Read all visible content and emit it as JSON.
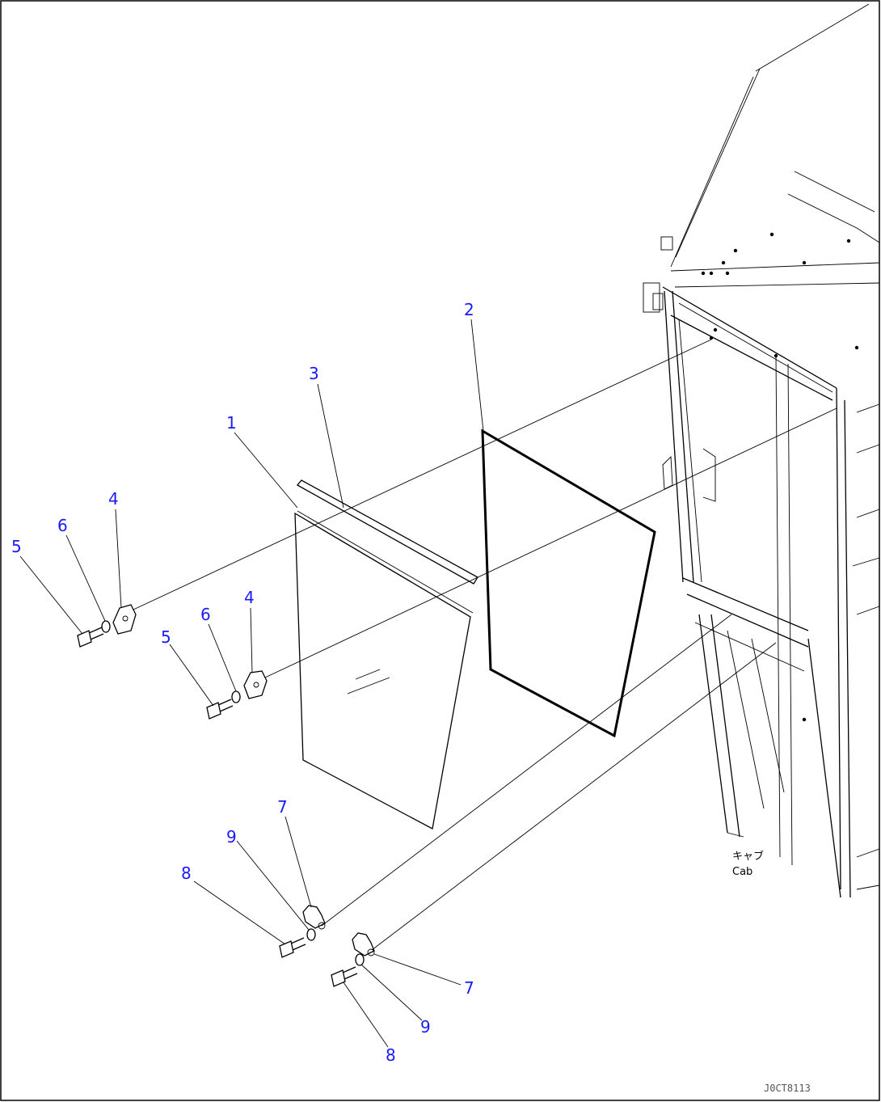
{
  "diagram": {
    "callouts": [
      "1",
      "2",
      "3",
      "4",
      "5",
      "6",
      "7",
      "8",
      "9"
    ],
    "cab_label_jp": "キャブ",
    "cab_label_en": "Cab",
    "figure_id": "J0CT8113"
  }
}
